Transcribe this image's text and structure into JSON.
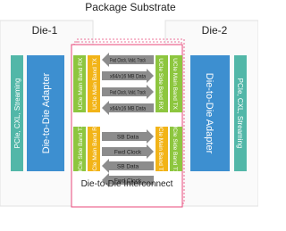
{
  "title": "Package Substrate",
  "dies": {
    "left": {
      "label": "Die-1",
      "protocol": "PCIe, CXL, Streaming",
      "adapter": "Die-to-Die Adapter"
    },
    "right": {
      "label": "Die-2",
      "protocol": "PCIe, CXL, Streaming",
      "adapter": "Die-to-Die Adapter"
    }
  },
  "phy_blocks": {
    "left_main_band_rx": "UCIe Main Band RX",
    "left_main_band_tx": "UCIe Main Band TX",
    "left_side_band_tx": "UCIe Side Band TX",
    "left_main_band_rx2": "UCIe Main Band RX",
    "right_side_band_rx": "UCIe Side Band RX",
    "right_main_band_tx": "UCIe Main Band TX",
    "right_main_band_tx2": "UCIe Main Band TX",
    "right_side_band_tx": "UCIe Side Band TX"
  },
  "signals": [
    {
      "label": "Fwd Clock, Valid, Track",
      "direction": "left"
    },
    {
      "label": "x64/x16 MB Data",
      "direction": "right"
    },
    {
      "label": "Fwd Clock, Valid, Track",
      "direction": "right"
    },
    {
      "label": "x64/x16 MB Data",
      "direction": "left"
    },
    {
      "label": "SB Data",
      "direction": "right"
    },
    {
      "label": "Fwd Clock",
      "direction": "right"
    },
    {
      "label": "SB Data",
      "direction": "left"
    },
    {
      "label": "Fwd Clock",
      "direction": "left"
    }
  ],
  "interconnect_label": "Die-to-Die Interconnect",
  "colors": {
    "protocol": "#52b7a8",
    "adapter": "#3d8fd0",
    "phy_green": "#8dc63f",
    "phy_yellow": "#f2b418",
    "arrow": "#8c8c8c",
    "interconnect": "#e8477a"
  }
}
